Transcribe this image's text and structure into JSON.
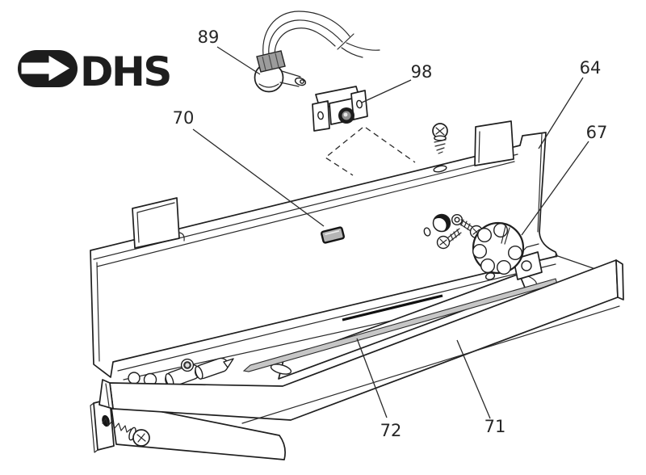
{
  "logo": {
    "brand": "DHS"
  },
  "colors": {
    "ink": "#1f1f1f",
    "paper": "#ffffff",
    "clip_shade": "#b5b5b5",
    "rail_shade": "#c6c6c6",
    "crimp_shade": "#9c9c9c"
  },
  "parts": {
    "cable_plug": {
      "label": "89"
    },
    "bracket": {
      "label": "98"
    },
    "clip": {
      "label": "70"
    },
    "back_panel": {
      "label": "64"
    },
    "knob": {
      "label": "67"
    },
    "rail": {
      "label": "72"
    },
    "tray": {
      "label": "71"
    }
  }
}
